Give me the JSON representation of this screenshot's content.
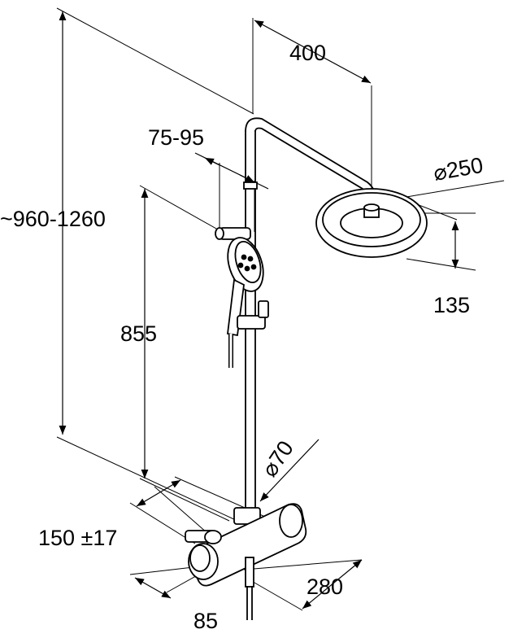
{
  "dimensions": {
    "total_height": "~960-1260",
    "arm_length": "400",
    "wall_distance": "75-95",
    "head_diameter": "250",
    "head_height": "135",
    "slide_height": "855",
    "valve_diameter": "70",
    "inlet_spacing": "150 ±17",
    "valve_depth": "85",
    "valve_width": "280"
  },
  "symbols": {
    "diameter": "⌀"
  }
}
